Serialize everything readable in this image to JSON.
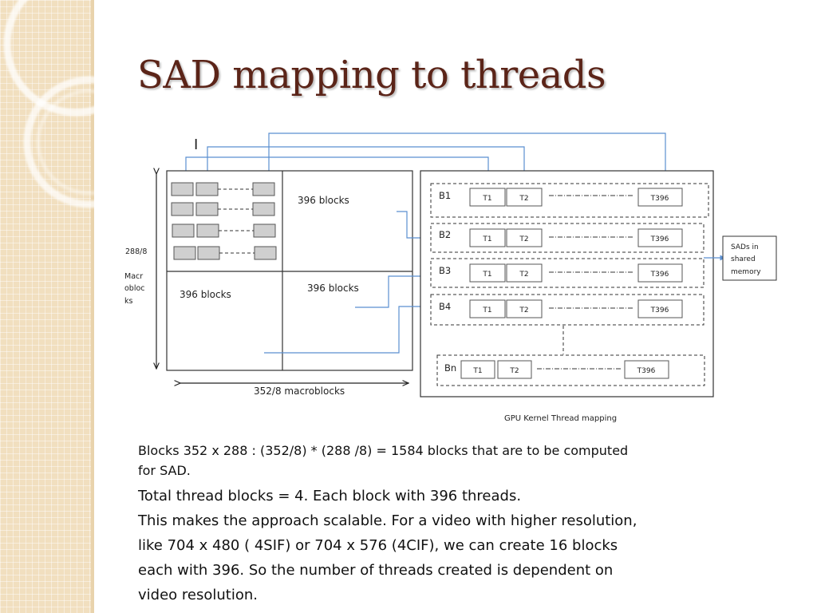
{
  "slide": {
    "title": "SAD mapping to threads"
  },
  "diagram": {
    "cursor_mark": "I",
    "frame": {
      "height_label": "288/8",
      "height_unit_lines": [
        "Macr",
        "obloc",
        "ks"
      ],
      "width_label": "352/8 macroblocks",
      "quadrant_labels": [
        "396 blocks",
        "396 blocks",
        "396 blocks"
      ]
    },
    "kernel": {
      "caption": "GPU Kernel Thread mapping",
      "blocks": [
        {
          "label": "B1",
          "threads": [
            "T1",
            "T2",
            "T396"
          ]
        },
        {
          "label": "B2",
          "threads": [
            "T1",
            "T2",
            "T396"
          ]
        },
        {
          "label": "B3",
          "threads": [
            "T1",
            "T2",
            "T396"
          ]
        },
        {
          "label": "B4",
          "threads": [
            "T1",
            "T2",
            "T396"
          ]
        },
        {
          "label": "Bn",
          "threads": [
            "T1",
            "T2",
            "T396"
          ]
        }
      ],
      "output_lines": [
        "SADs in",
        "shared",
        "memory"
      ]
    }
  },
  "body": {
    "small_lines": [
      "Blocks 352 x 288 : (352/8) * (288 /8) = 1584 blocks that are to be computed",
      "for SAD."
    ],
    "large_lines": [
      "Total thread blocks = 4. Each block with 396 threads.",
      "This makes the approach scalable. For a video with higher resolution,",
      "like 704 x 480 ( 4SIF) or 704 x 576 (4CIF), we can create 16 blocks",
      "each with 396. So the number of threads created is dependent on",
      "video resolution."
    ]
  },
  "colors": {
    "title": "#5b2418",
    "arrow": "#5b8fd0",
    "sidebar": "#f1dfbf"
  }
}
